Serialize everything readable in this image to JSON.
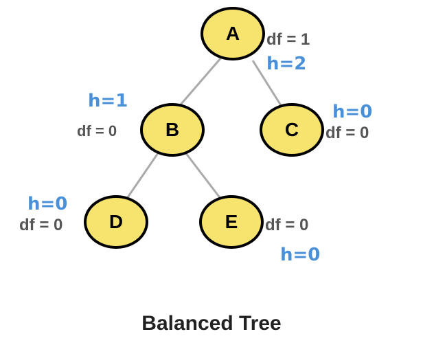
{
  "colors": {
    "node_fill": "#f6e46e",
    "node_border": "#000000",
    "edge": "#aaaaaa",
    "df_text": "#555555",
    "height_text": "#4a90d9"
  },
  "nodes": {
    "a": {
      "label": "A",
      "df": "df = 1",
      "height": "h=2"
    },
    "b": {
      "label": "B",
      "df": "df = 0",
      "height": "h=1"
    },
    "c": {
      "label": "C",
      "df": "df = 0",
      "height": "h=0"
    },
    "d": {
      "label": "D",
      "df": "df = 0",
      "height": "h=0"
    },
    "e": {
      "label": "E",
      "df": "df = 0",
      "height": "h=0"
    }
  },
  "edges": [
    {
      "from": "a",
      "to": "b"
    },
    {
      "from": "a",
      "to": "c"
    },
    {
      "from": "b",
      "to": "d"
    },
    {
      "from": "b",
      "to": "e"
    }
  ],
  "caption": "Balanced Tree"
}
